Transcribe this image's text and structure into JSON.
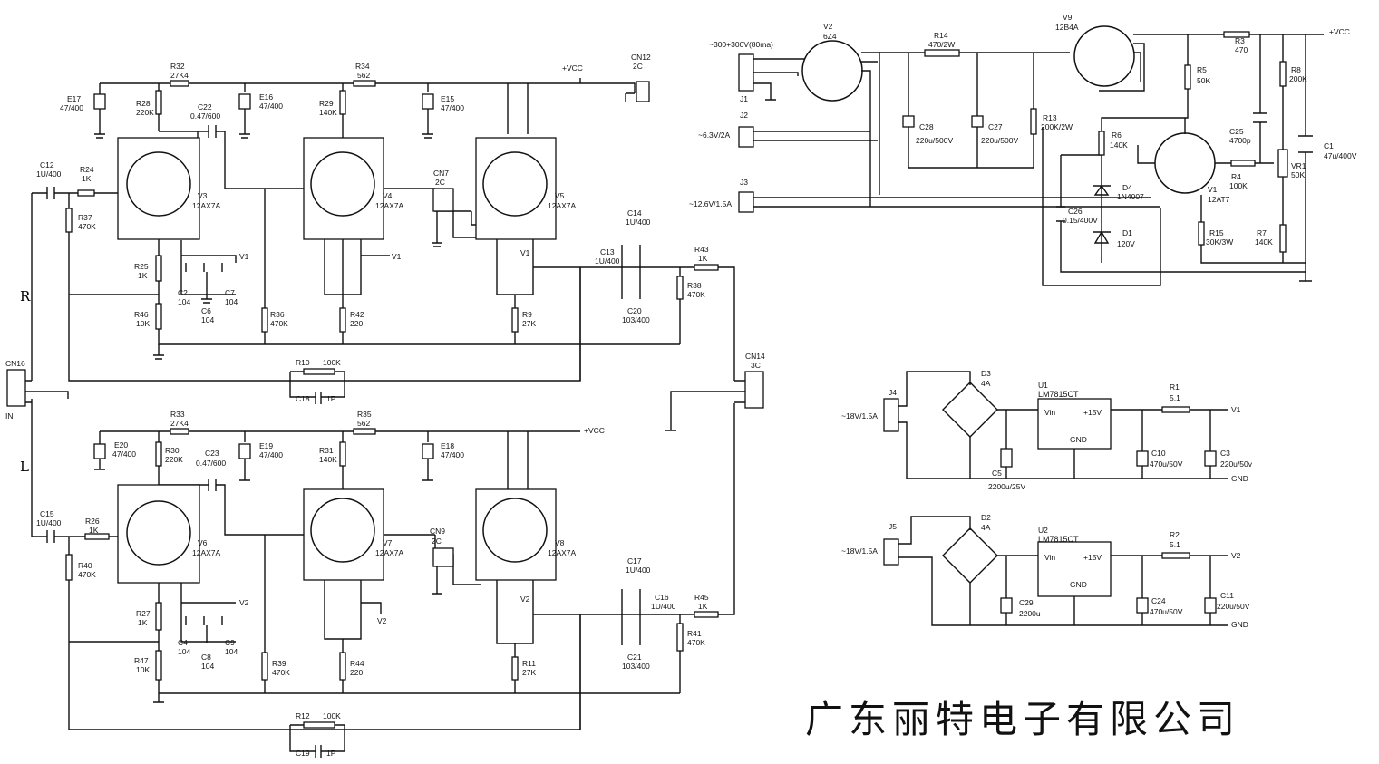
{
  "company": "广东丽特电子有限公司",
  "channels": {
    "right": "R",
    "left": "L"
  },
  "tubes": [
    {
      "ref": "V3",
      "type": "12AX7A"
    },
    {
      "ref": "V4",
      "type": "12AX7A"
    },
    {
      "ref": "V5",
      "type": "12AX7A"
    },
    {
      "ref": "V6",
      "type": "12AX7A"
    },
    {
      "ref": "V7",
      "type": "12AX7A"
    },
    {
      "ref": "V8",
      "type": "12AX7A"
    },
    {
      "ref": "V2",
      "type": "6Z4"
    },
    {
      "ref": "V9",
      "type": "12B4A"
    },
    {
      "ref": "V1",
      "type": "12AT7"
    }
  ],
  "resistors": [
    {
      "ref": "R32",
      "value": "27K4"
    },
    {
      "ref": "R34",
      "value": "562"
    },
    {
      "ref": "R28",
      "value": "220K"
    },
    {
      "ref": "R29",
      "value": "140K"
    },
    {
      "ref": "R24",
      "value": "1K"
    },
    {
      "ref": "R37",
      "value": "470K"
    },
    {
      "ref": "R25",
      "value": "1K"
    },
    {
      "ref": "R46",
      "value": "10K"
    },
    {
      "ref": "R36",
      "value": "470K"
    },
    {
      "ref": "R42",
      "value": "220"
    },
    {
      "ref": "R9",
      "value": "27K"
    },
    {
      "ref": "R43",
      "value": "1K"
    },
    {
      "ref": "R38",
      "value": "470K"
    },
    {
      "ref": "R10",
      "value": "100K"
    },
    {
      "ref": "R33",
      "value": "27K4"
    },
    {
      "ref": "R35",
      "value": "562"
    },
    {
      "ref": "R30",
      "value": "220K"
    },
    {
      "ref": "R31",
      "value": "140K"
    },
    {
      "ref": "R26",
      "value": "1K"
    },
    {
      "ref": "R40",
      "value": "470K"
    },
    {
      "ref": "R27",
      "value": "1K"
    },
    {
      "ref": "R47",
      "value": "10K"
    },
    {
      "ref": "R39",
      "value": "470K"
    },
    {
      "ref": "R44",
      "value": "220"
    },
    {
      "ref": "R11",
      "value": "27K"
    },
    {
      "ref": "R45",
      "value": "1K"
    },
    {
      "ref": "R41",
      "value": "470K"
    },
    {
      "ref": "R12",
      "value": "100K"
    },
    {
      "ref": "R14",
      "value": "470/2W"
    },
    {
      "ref": "R13",
      "value": "200K/2W"
    },
    {
      "ref": "R5",
      "value": "50K"
    },
    {
      "ref": "R3",
      "value": "470"
    },
    {
      "ref": "R8",
      "value": "200K"
    },
    {
      "ref": "R6",
      "value": "140K"
    },
    {
      "ref": "R4",
      "value": "100K"
    },
    {
      "ref": "R15",
      "value": "30K/3W"
    },
    {
      "ref": "R7",
      "value": "140K"
    },
    {
      "ref": "R1",
      "value": "5.1"
    },
    {
      "ref": "R2",
      "value": "5.1"
    },
    {
      "ref": "VR1",
      "value": "50K"
    }
  ],
  "capacitors": [
    {
      "ref": "E17",
      "value": "47/400"
    },
    {
      "ref": "E16",
      "value": "47/400"
    },
    {
      "ref": "E15",
      "value": "47/400"
    },
    {
      "ref": "C22",
      "value": "0.47/600"
    },
    {
      "ref": "C12",
      "value": "1U/400"
    },
    {
      "ref": "C2",
      "value": "104"
    },
    {
      "ref": "C6",
      "value": "104"
    },
    {
      "ref": "C7",
      "value": "104"
    },
    {
      "ref": "C14",
      "value": "1U/400"
    },
    {
      "ref": "C13",
      "value": "1U/400"
    },
    {
      "ref": "C20",
      "value": "103/400"
    },
    {
      "ref": "C18",
      "value": "1P"
    },
    {
      "ref": "E20",
      "value": "47/400"
    },
    {
      "ref": "E19",
      "value": "47/400"
    },
    {
      "ref": "E18",
      "value": "47/400"
    },
    {
      "ref": "C23",
      "value": "0.47/600"
    },
    {
      "ref": "C15",
      "value": "1U/400"
    },
    {
      "ref": "C4",
      "value": "104"
    },
    {
      "ref": "C8",
      "value": "104"
    },
    {
      "ref": "C9",
      "value": "104"
    },
    {
      "ref": "C17",
      "value": "1U/400"
    },
    {
      "ref": "C16",
      "value": "1U/400"
    },
    {
      "ref": "C21",
      "value": "103/400"
    },
    {
      "ref": "C19",
      "value": "1P"
    },
    {
      "ref": "C28",
      "value": "220u/500V"
    },
    {
      "ref": "C27",
      "value": "220u/500V"
    },
    {
      "ref": "C25",
      "value": "4700p"
    },
    {
      "ref": "C1",
      "value": "47u/400V"
    },
    {
      "ref": "C26",
      "value": "0.15/400V"
    },
    {
      "ref": "C5",
      "value": "2200u/25V"
    },
    {
      "ref": "C10",
      "value": "470u/50V"
    },
    {
      "ref": "C3",
      "value": "220u/50v"
    },
    {
      "ref": "C29",
      "value": "2200u"
    },
    {
      "ref": "C24",
      "value": "470u/50V"
    },
    {
      "ref": "C11",
      "value": "220u/50V"
    }
  ],
  "connectors": [
    {
      "ref": "CN12",
      "value": "2C"
    },
    {
      "ref": "CN7",
      "value": "2C"
    },
    {
      "ref": "CN9",
      "value": "2C"
    },
    {
      "ref": "CN14",
      "value": "3C"
    },
    {
      "ref": "CN16",
      "value": ""
    },
    {
      "ref": "J1",
      "value": "~300+300V(80ma)"
    },
    {
      "ref": "J2",
      "value": "~6.3V/2A"
    },
    {
      "ref": "J3",
      "value": "~12.6V/1.5A"
    },
    {
      "ref": "J4",
      "value": "~18V/1.5A"
    },
    {
      "ref": "J5",
      "value": "~18V/1.5A"
    }
  ],
  "diodes": [
    {
      "ref": "D4",
      "value": "1N4007"
    },
    {
      "ref": "D1",
      "value": "120V"
    },
    {
      "ref": "D3",
      "value": "4A"
    },
    {
      "ref": "D2",
      "value": "4A"
    }
  ],
  "regulators": [
    {
      "ref": "U1",
      "part": "LM7815CT",
      "pin_in": "Vin",
      "pin_out": "+15V",
      "pin_gnd": "GND"
    },
    {
      "ref": "U2",
      "part": "LM7815CT",
      "pin_in": "Vin",
      "pin_out": "+15V",
      "pin_gnd": "GND"
    }
  ],
  "nets": {
    "vcc": "+VCC",
    "v1": "V1",
    "v2": "V2",
    "gnd": "GND",
    "in": "IN"
  }
}
